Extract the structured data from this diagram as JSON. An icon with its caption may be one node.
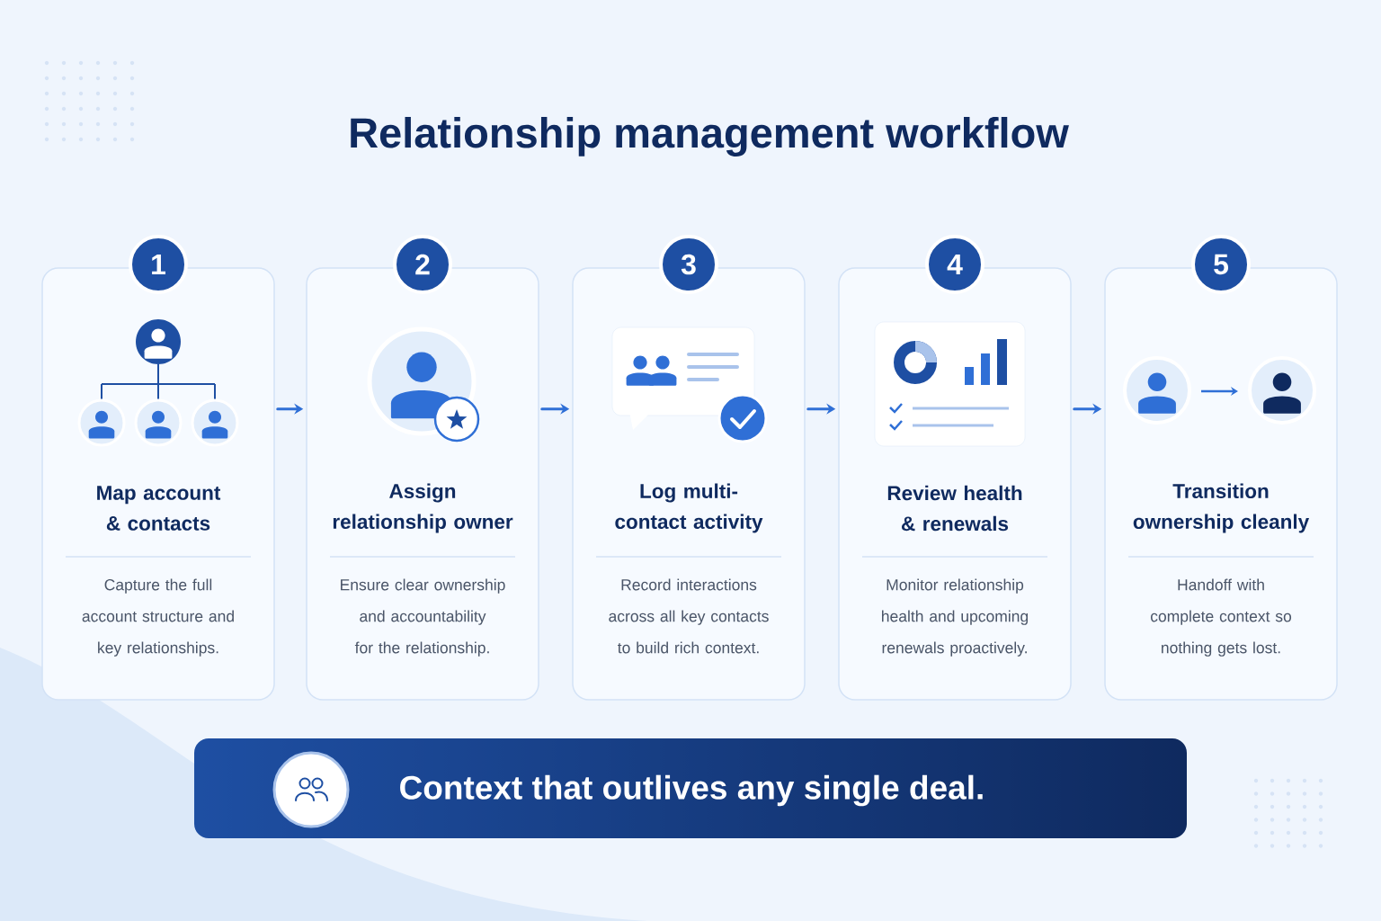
{
  "diagram": {
    "title": "Relationship management workflow",
    "nodes": [
      {
        "text": [
          "1",
          "Map account & contacts",
          "Capture the full account structure and key relationships."
        ]
      },
      {
        "text": [
          "2",
          "Assign relationship owner",
          "Ensure clear ownership and accountability for the relationship."
        ]
      },
      {
        "text": [
          "3",
          "Log multi-contact activity",
          "Record interactions across all key contacts to build rich context."
        ]
      },
      {
        "text": [
          "4",
          "Review health & renewals",
          "Monitor relationship health and upcoming renewals proactively."
        ]
      },
      {
        "text": [
          "5",
          "Transition ownership cleanly",
          "Handoff with complete context so nothing gets lost."
        ]
      },
      {
        "text": [
          "Context that outlives any single deal."
        ]
      }
    ],
    "edges": [
      {
        "from": 0,
        "to": 1,
        "arrow": "to"
      },
      {
        "from": 1,
        "to": 2,
        "arrow": "to"
      },
      {
        "from": 2,
        "to": 3,
        "arrow": "to"
      },
      {
        "from": 3,
        "to": 4,
        "arrow": "to"
      }
    ]
  }
}
